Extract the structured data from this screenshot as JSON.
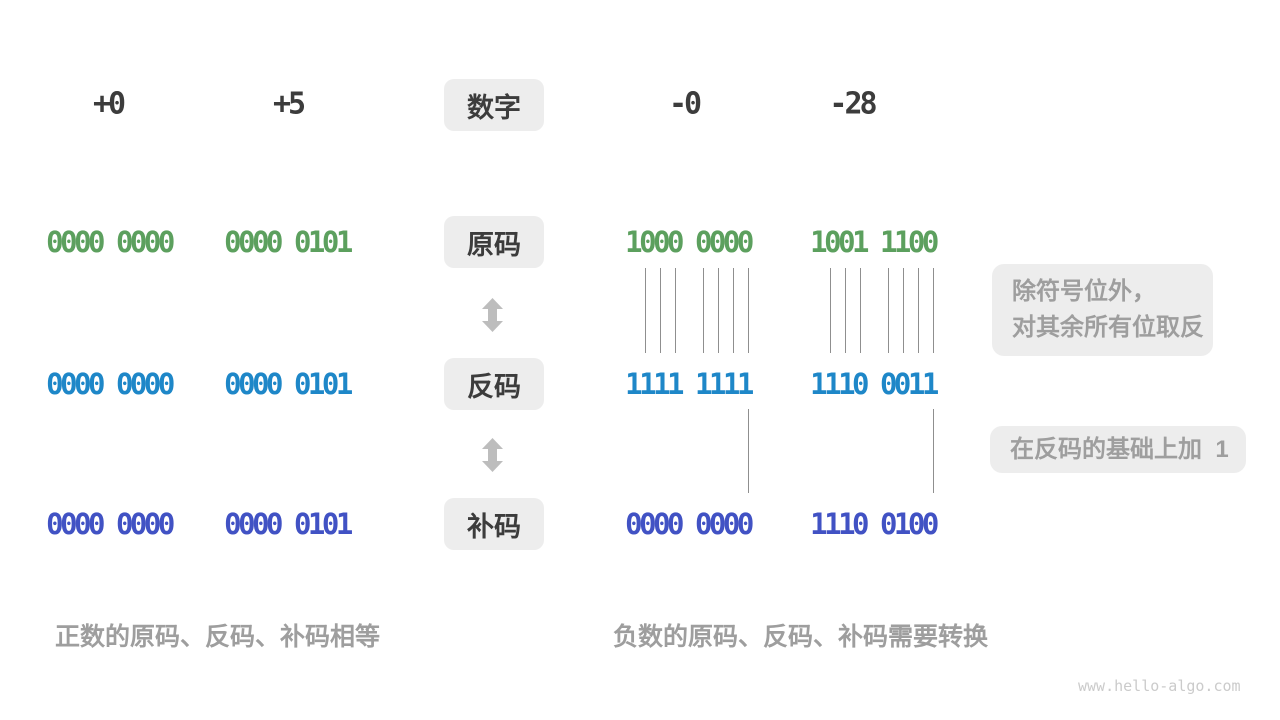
{
  "palette": {
    "bg": "#ffffff",
    "ink": "#3c3c3c",
    "boxbg": "#ededed",
    "gray": "#9e9e9e",
    "line": "#8f8f8f",
    "arrow": "#bdbdbd",
    "green": "#5ca05e",
    "blue": "#1e87c8",
    "indigo": "#4152c4",
    "watermark": "#cbcbcb"
  },
  "header": {
    "label": "数字",
    "numbers": [
      "+0",
      "+5",
      "-0",
      "-28"
    ]
  },
  "rows": [
    {
      "label": "原码",
      "color": "#5ca05e",
      "values": [
        "0000 0000",
        "0000 0101",
        "1000 0000",
        "1001 1100"
      ]
    },
    {
      "label": "反码",
      "color": "#1e87c8",
      "values": [
        "0000 0000",
        "0000 0101",
        "1111 1111",
        "1110 0011"
      ]
    },
    {
      "label": "补码",
      "color": "#4152c4",
      "values": [
        "0000 0000",
        "0000 0101",
        "0000 0000",
        "1110 0100"
      ]
    }
  ],
  "annotations": {
    "invert_line1": "除符号位外，",
    "invert_line2": "对其余所有位取反",
    "add_one": "在反码的基础上加  1"
  },
  "captions": {
    "positive": "正数的原码、反码、补码相等",
    "negative": "负数的原码、反码、补码需要转换"
  },
  "watermark": "www.hello-algo.com"
}
